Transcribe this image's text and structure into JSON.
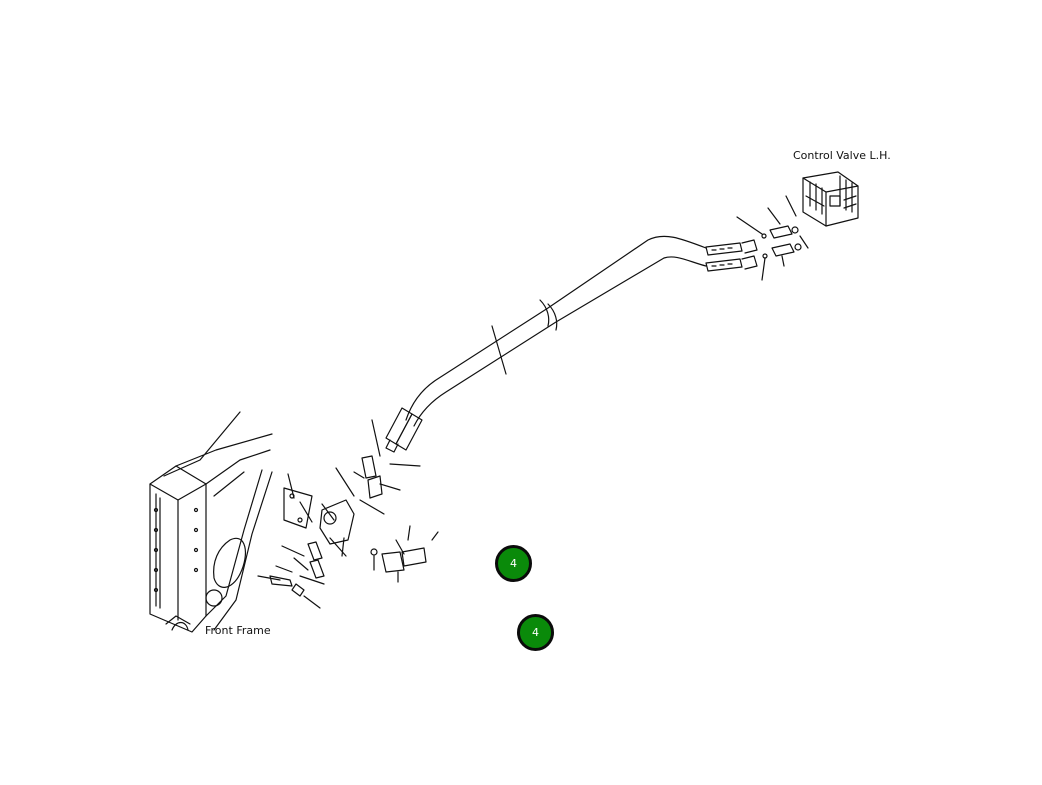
{
  "labels": {
    "control_valve": "Control Valve L.H.",
    "front_frame": "Front Frame"
  },
  "callouts": [
    {
      "text": "4"
    },
    {
      "text": "4"
    }
  ],
  "colors": {
    "line": "#111111",
    "callout_fill": "#0a8a0a",
    "callout_border": "#0b0b0b",
    "callout_text": "#ffffff"
  }
}
